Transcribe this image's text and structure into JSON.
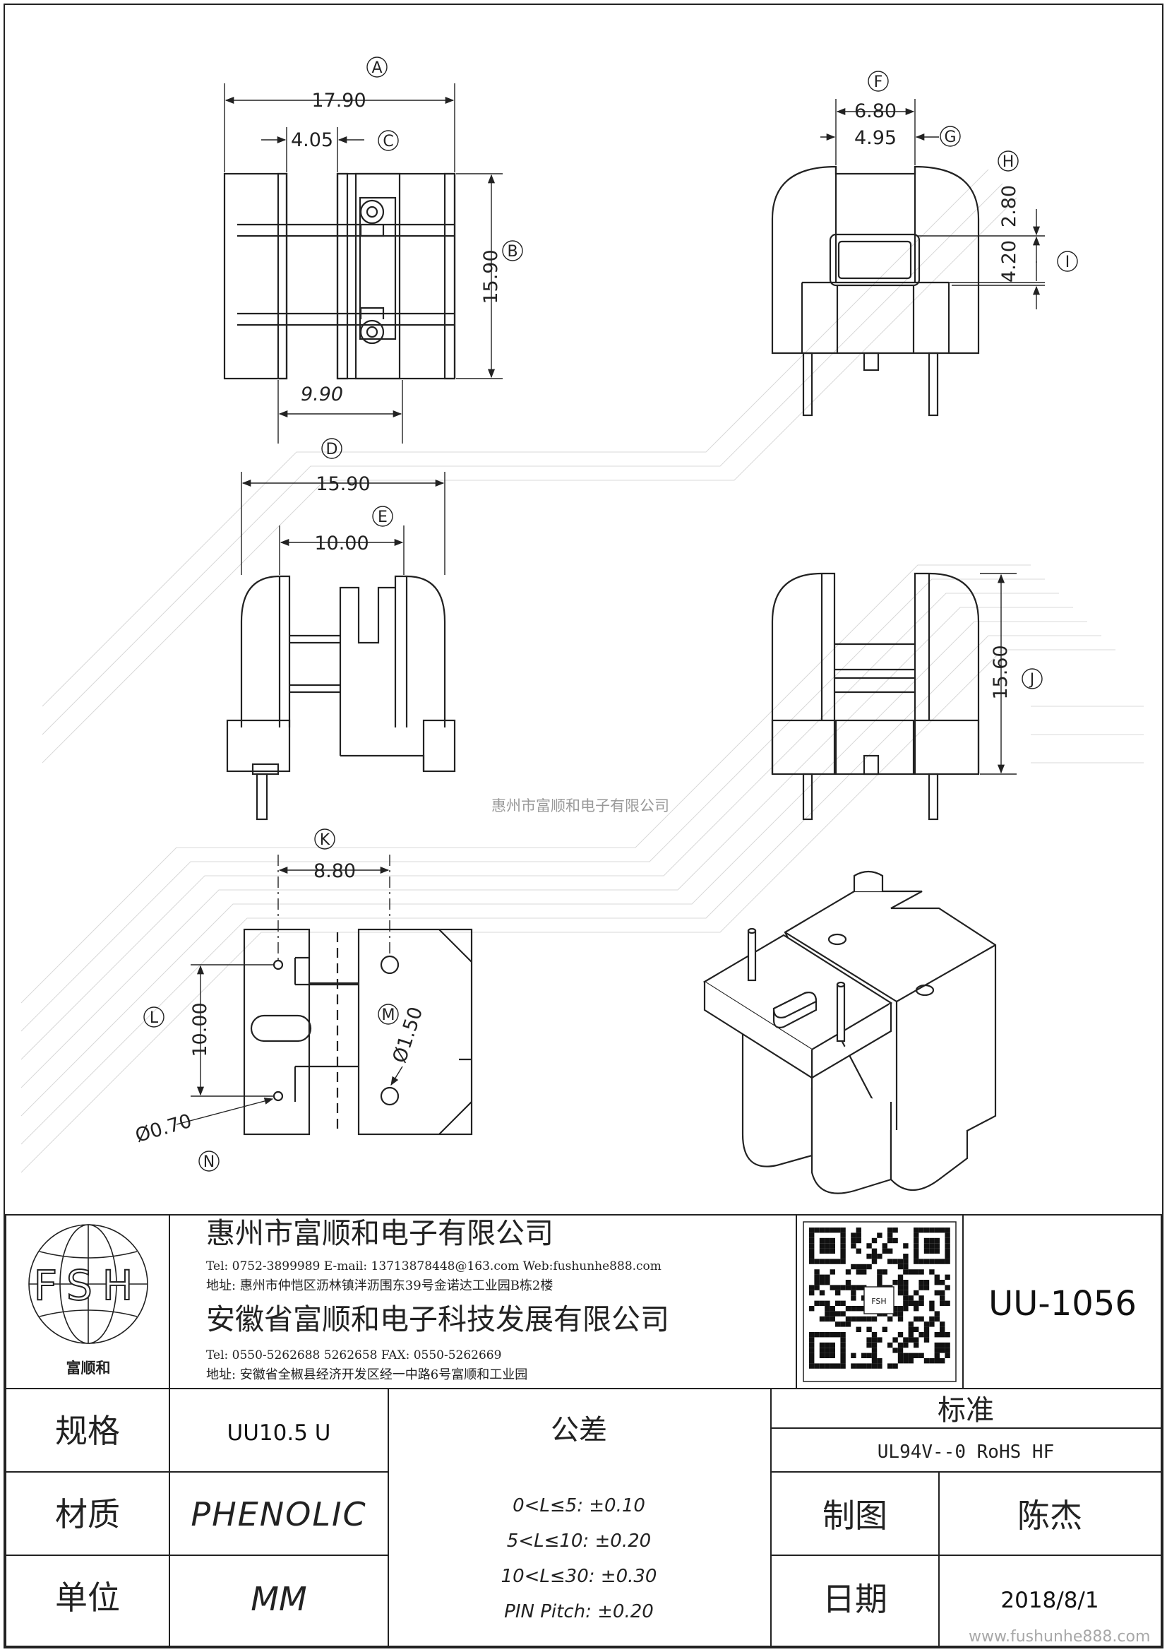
{
  "watermark_center": "惠州市富顺和电子有限公司",
  "watermark_corner": "www.fushunhe888.com",
  "dims": {
    "A": "17.90",
    "C": "4.05",
    "B": "15.90",
    "D": "9.90",
    "F": "6.80",
    "G": "4.95",
    "H": "2.80",
    "I": "4.20",
    "D2": "15.90",
    "E": "10.00",
    "J": "15.60",
    "K": "8.80",
    "L": "10.00",
    "M": "Ø1.50",
    "N": "Ø0.70"
  },
  "callouts": {
    "a": "A",
    "b": "B",
    "c": "C",
    "d": "D",
    "e": "E",
    "f": "F",
    "g": "G",
    "h": "H",
    "i": "I",
    "j": "J",
    "k": "K",
    "l": "L",
    "m": "M",
    "n": "N"
  },
  "title_block": {
    "logo_letters": "FSH",
    "logo_caption": "富顺和",
    "company1": {
      "name": "惠州市富顺和电子有限公司",
      "contact": "Tel:  0752-3899989  E-mail: 13713878448@163.com  Web:fushunhe888.com",
      "address": "地址: 惠州市仲恺区沥林镇泮沥围东39号金诺达工业园B栋2楼"
    },
    "company2": {
      "name": "安徽省富顺和电子科技发展有限公司",
      "contact": "Tel:  0550-5262688  5262658       FAX:  0550-5262669",
      "address": "地址: 安徽省全椒县经济开发区经一中路6号富顺和工业园"
    },
    "qr_mark": "FSH",
    "part_number": "UU-1056",
    "spec_label": "规格",
    "spec_value": "UU10.5 U",
    "material_label": "材质",
    "material_value": "PHENOLIC",
    "unit_label": "单位",
    "unit_value": "MM",
    "tolerance_label": "公差",
    "tolerances": [
      "0<L≤5: ±0.10",
      "5<L≤10: ±0.20",
      "10<L≤30: ±0.30",
      "PIN Pitch: ±0.20"
    ],
    "standard_label": "标准",
    "standard_value": "UL94V--0  RoHS HF",
    "drawn_label": "制图",
    "drawn_value": "陈杰",
    "date_label": "日期",
    "date_value": "2018/8/1"
  }
}
